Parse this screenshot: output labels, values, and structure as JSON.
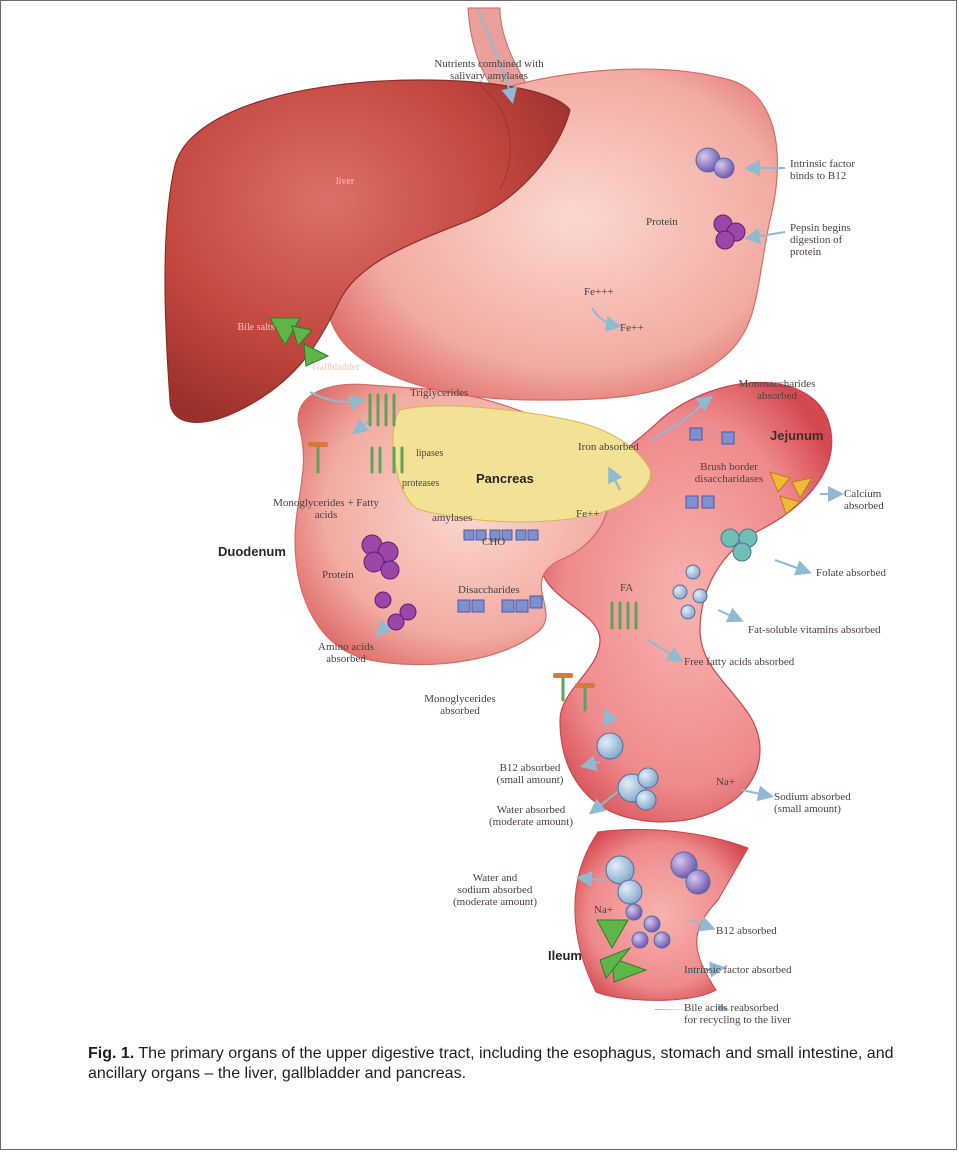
{
  "labels": {
    "nutrients": "Nutrients combined with\nsalivary amylases",
    "intrinsic_factor": "Intrinsic factor\nbinds to B12",
    "protein_stomach": "Protein",
    "pepsin": "Pepsin begins\ndigestion of\nprotein",
    "fe3": "Fe+++",
    "fe2": "Fe++",
    "liver": "liver",
    "bile_salts": "Bile salts",
    "gallbladder": "Gallbladder",
    "triglycerides": "Triglycerides",
    "monosaccharides": "Monosaccharides\nabsorbed",
    "jejunum": "Jejunum",
    "iron_absorbed": "Iron absorbed",
    "lipases": "lipases",
    "proteases": "proteases",
    "brush_border": "Brush border\ndisaccharidases",
    "pancreas": "Pancreas",
    "monoglycerides": "Monoglycerides + Fatty\nacids",
    "amylases": "amylases",
    "fe_jejunum": "Fe++",
    "calcium": "Calcium\nabsorbed",
    "cho": "CHO",
    "duodenum": "Duodenum",
    "protein_duodenum": "Protein",
    "disaccharides": "Disaccharides",
    "folate": "Folate absorbed",
    "fa": "FA",
    "amino_acids": "Amino acids\nabsorbed",
    "fat_vitamins": "Fat-soluble vitamins absorbed",
    "free_fatty_acids": "Free fatty acids absorbed",
    "monoglycerides_absorbed": "Monoglycerides\nabsorbed",
    "b12_small": "B12 absorbed\n(small amount)",
    "water_moderate": "Water absorbed\n(moderate amount)",
    "na_jejunum": "Na+",
    "sodium_small": "Sodium absorbed\n(small amount)",
    "water_sodium": "Water and\nsodium absorbed\n(moderate amount)",
    "na_ileum": "Na+",
    "b12_ileum": "B12 absorbed",
    "ileum": "Ileum",
    "intrinsic_absorbed": "Intrinsic factor absorbed",
    "bile_reabsorbed": "Bile acids reabsorbed\nfor recycling to the liver"
  },
  "caption": {
    "prefix": "Fig. 1.",
    "text": " The primary organs of the upper digestive tract, including the esophagus, stomach and small intestine, and ancillary organs – the liver, gallbladder and pancreas."
  },
  "colors": {
    "liver": "#c8524a",
    "stomach": "#f0a59c",
    "intestine": "#e46c70",
    "pancreas": "#f4e49a",
    "arrow": "#9ec4d8",
    "triangle": "#5fb548",
    "protein": "#9b46a8",
    "cho": "#7f8fd0"
  }
}
